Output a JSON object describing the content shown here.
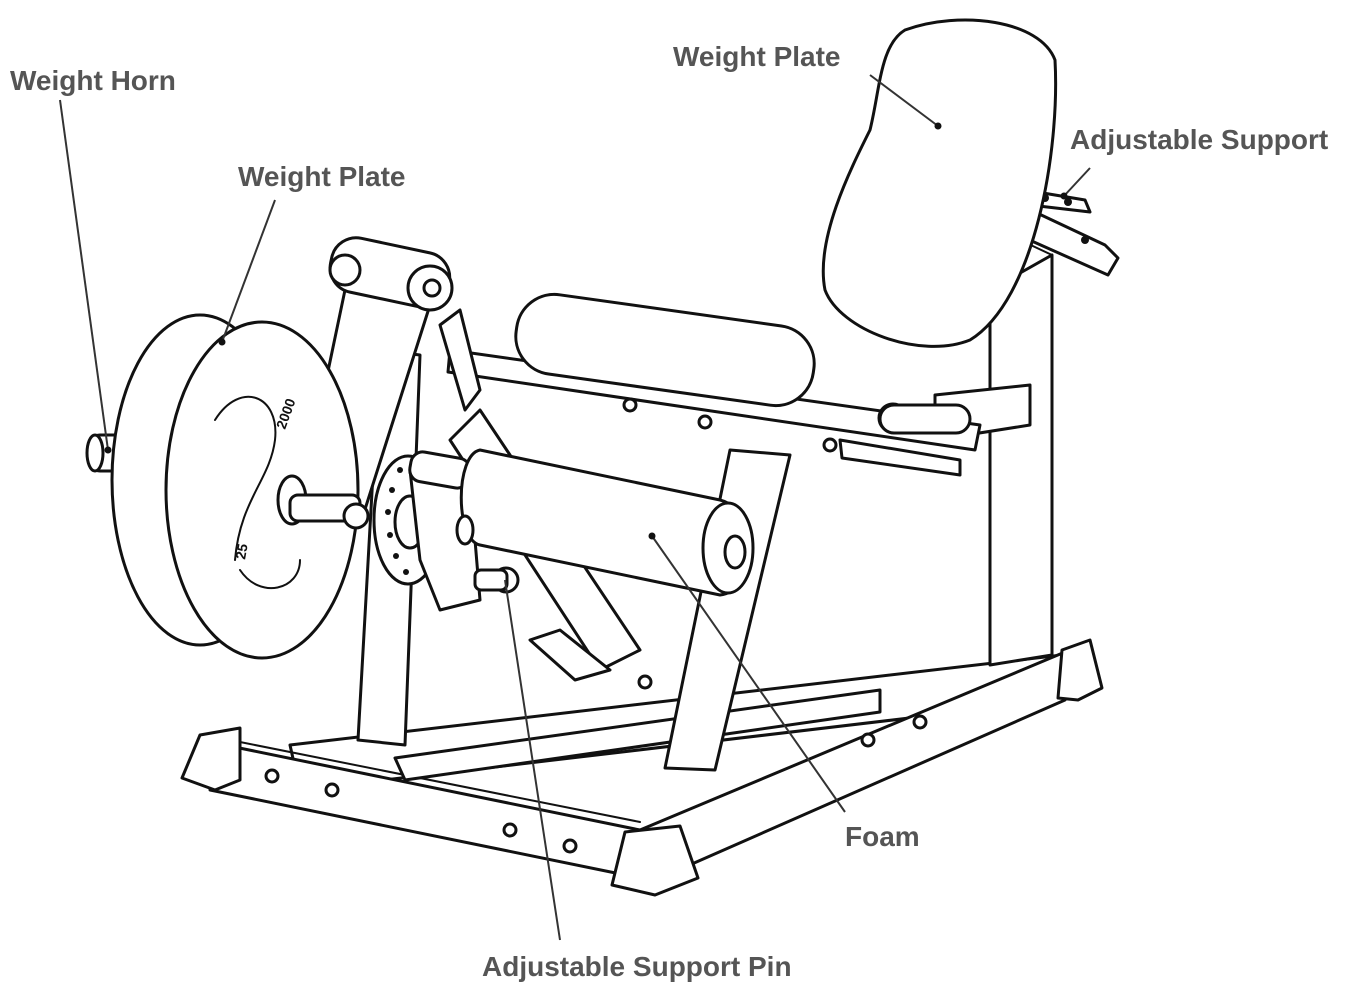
{
  "labels": {
    "weight_horn": "Weight Horn",
    "weight_plate_left": "Weight Plate",
    "weight_plate_top": "Weight Plate",
    "adjustable_support": "Adjustable Support",
    "foam": "Foam",
    "adjustable_support_pin": "Adjustable Support Pin"
  },
  "colors": {
    "label_text": "#555555",
    "line_art": "#111111",
    "background": "#ffffff"
  }
}
